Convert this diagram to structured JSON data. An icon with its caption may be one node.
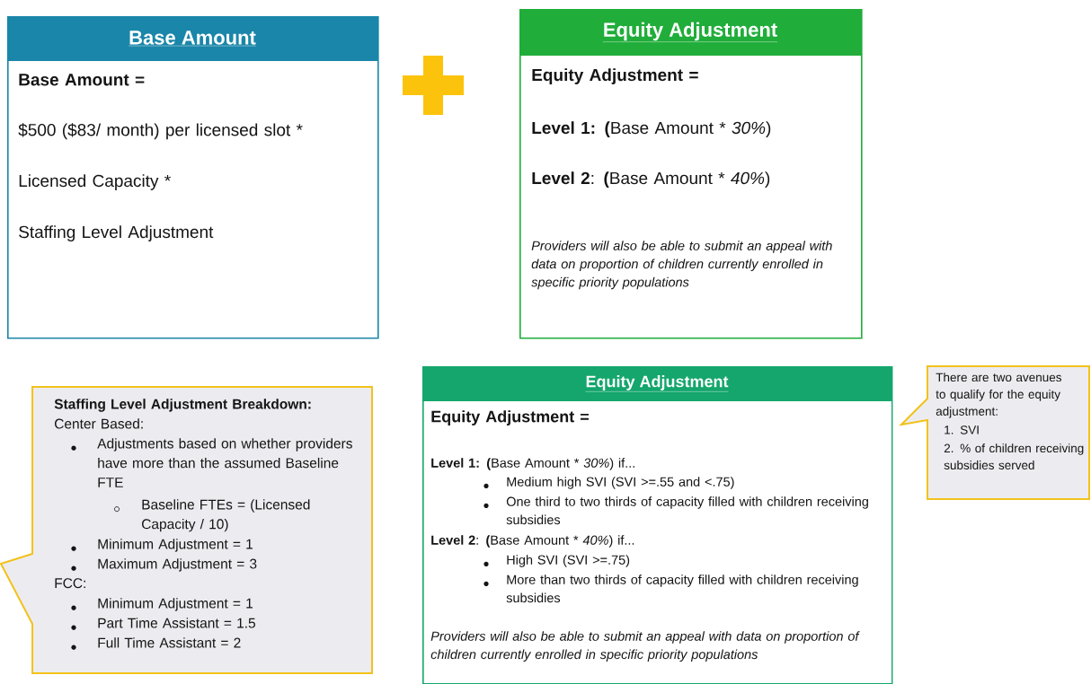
{
  "diagram": {
    "nodes": [
      {
        "text": [
          "Base Amount",
          "Base Amount =",
          "$500 ($83/ month) per licensed slot *",
          "Licensed Capacity *",
          "Staffing Level Adjustment"
        ]
      },
      {
        "text": [
          "Equity Adjustment",
          "Equity Adjustment =",
          "**Level 1: (**Base Amount * *30%*)",
          "**Level 2**: **(**Base Amount * *40%*)",
          "Providers will also be able to submit an appeal with data on proportion of children currently enrolled in specific priority populations"
        ]
      },
      {
        "text": [
          "Staffing Level Adjustment Breakdown:",
          "Center Based:",
          "Adjustments based on whether providers have more than the assumed Baseline FTE",
          "Baseline FTEs = (Licensed Capacity / 10)",
          "Minimum Adjustment = 1",
          "Maximum Adjustment = 3",
          "FCC:",
          "Minimum Adjustment = 1",
          "Part Time Assistant = 1.5",
          "Full Time Assistant = 2"
        ]
      },
      {
        "text": [
          "Equity Adjustment",
          "Equity Adjustment =",
          "**Level 1: (**Base Amount * *30%*) if...",
          "Medium high SVI (SVI >=.55 and <.75)",
          "One third to two thirds of capacity filled with children receiving subsidies",
          "**Level 2**: **(**Base Amount * *40%*) if...",
          "High SVI (SVI >=.75)",
          "More than two thirds of capacity filled with children receiving subsidies",
          "Providers will also be able to submit an appeal with data on proportion of children currently enrolled in specific priority populations"
        ]
      },
      {
        "text": [
          "There are two avenues to qualify for the equity adjustment:",
          "1. SVI",
          "2. % of children receiving subsidies served"
        ]
      }
    ]
  }
}
